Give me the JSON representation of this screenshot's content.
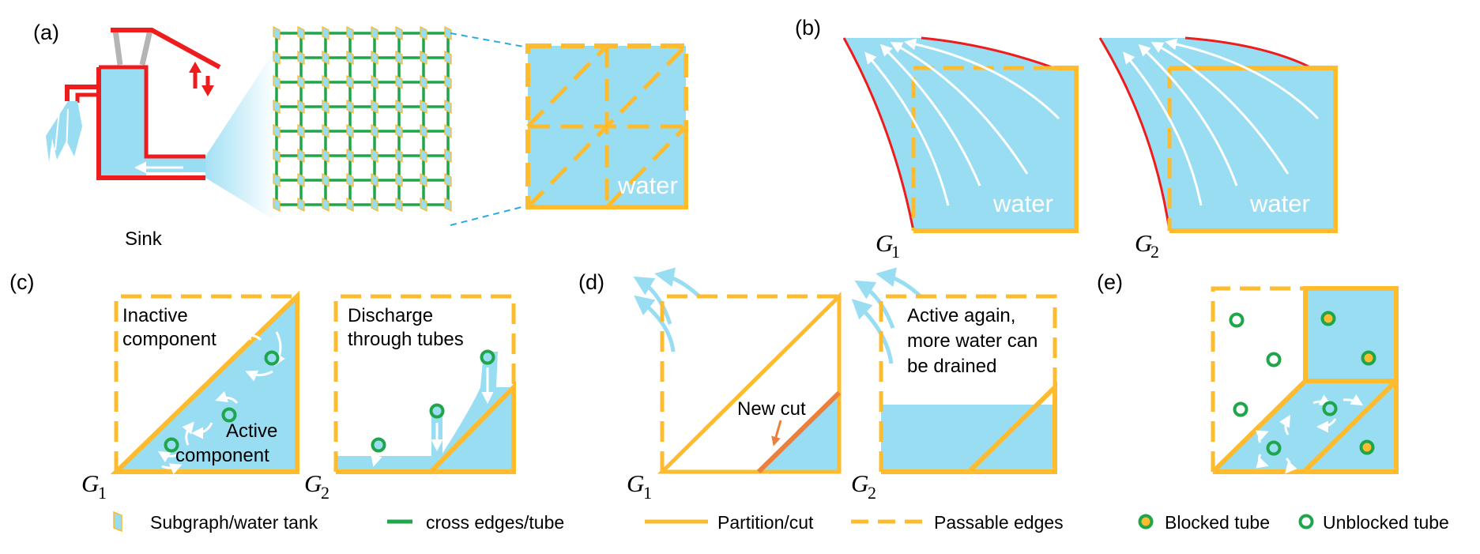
{
  "panels": {
    "a": {
      "label": "(a)",
      "sink": "Sink",
      "water": "water"
    },
    "b": {
      "label": "(b)",
      "water": "water",
      "graphs": [
        {
          "g": "G",
          "sub": "1"
        },
        {
          "g": "G",
          "sub": "2"
        }
      ]
    },
    "c": {
      "label": "(c)",
      "inactive": [
        "Inactive",
        "component"
      ],
      "active": [
        "Active",
        "component"
      ],
      "discharge": [
        "Discharge",
        "through tubes"
      ],
      "graphs": [
        {
          "g": "G",
          "sub": "1"
        },
        {
          "g": "G",
          "sub": "2"
        }
      ]
    },
    "d": {
      "label": "(d)",
      "new_cut": "New cut",
      "active_again": [
        "Active again,",
        "more water can",
        "be drained"
      ],
      "graphs": [
        {
          "g": "G",
          "sub": "1"
        },
        {
          "g": "G",
          "sub": "2"
        }
      ]
    },
    "e": {
      "label": "(e)"
    }
  },
  "legend": {
    "subgraph": "Subgraph/water tank",
    "cross_edges": "cross edges/tube",
    "partition": "Partition/cut",
    "passable": "Passable edges",
    "blocked": "Blocked tube",
    "unblocked": "Unblocked tube"
  },
  "colors": {
    "water": "#99ddf3",
    "edge": "#fdbb2d",
    "tube": "#1fa64a",
    "pipe": "#ee1c1c",
    "cut": "#ec7f3b",
    "faucet_gray": "#b4b4b4"
  }
}
